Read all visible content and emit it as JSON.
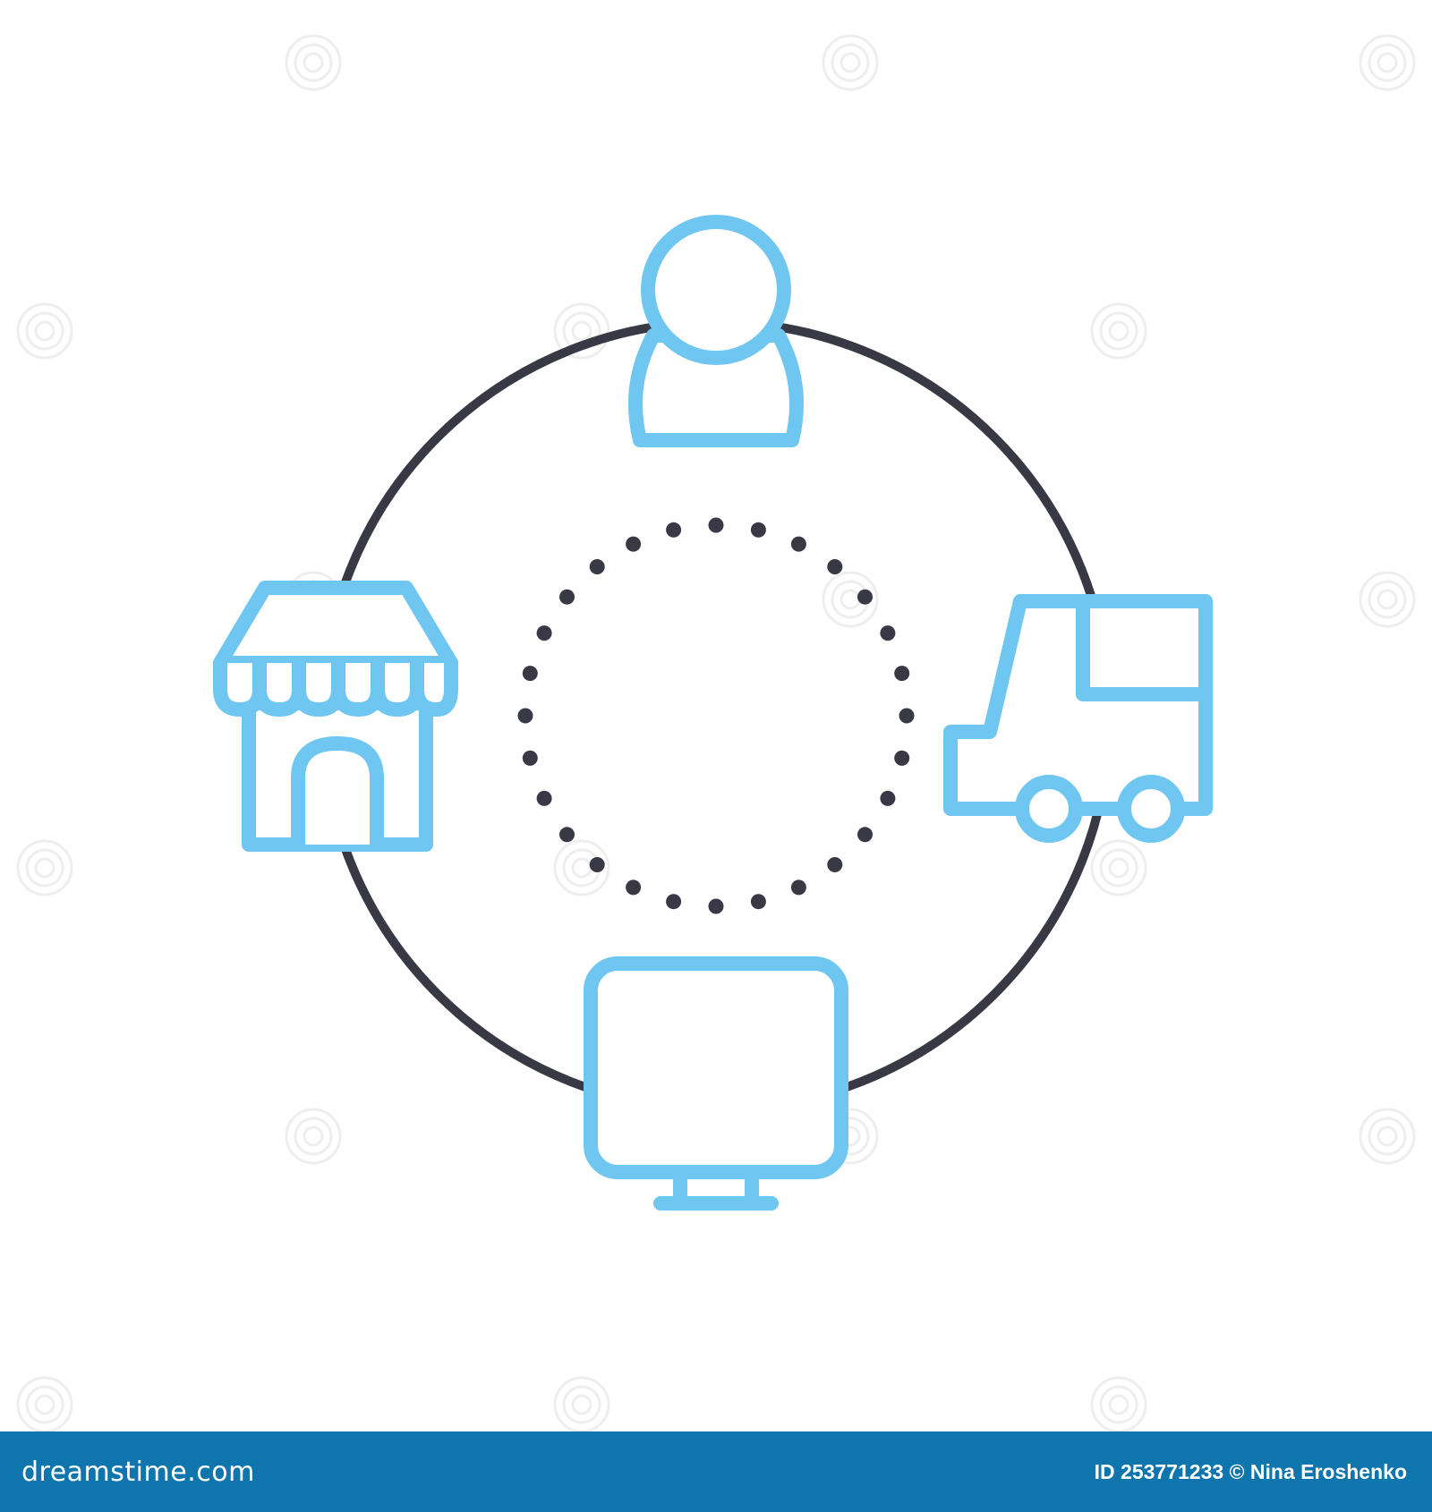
{
  "colors": {
    "background": "#ffffff",
    "ring": "#383945",
    "icon_stroke": "#6ec6f1",
    "footer_bar": "#0e75ad",
    "footer_text": "#ffffff",
    "watermark": "#eeeeee"
  },
  "icons": [
    "person-icon",
    "truck-icon",
    "monitor-icon",
    "store-icon",
    "dotted-circle"
  ],
  "footer": {
    "logo_text": "dreamstime.com",
    "credit": "ID 253771233 © Nina Eroshenko"
  }
}
